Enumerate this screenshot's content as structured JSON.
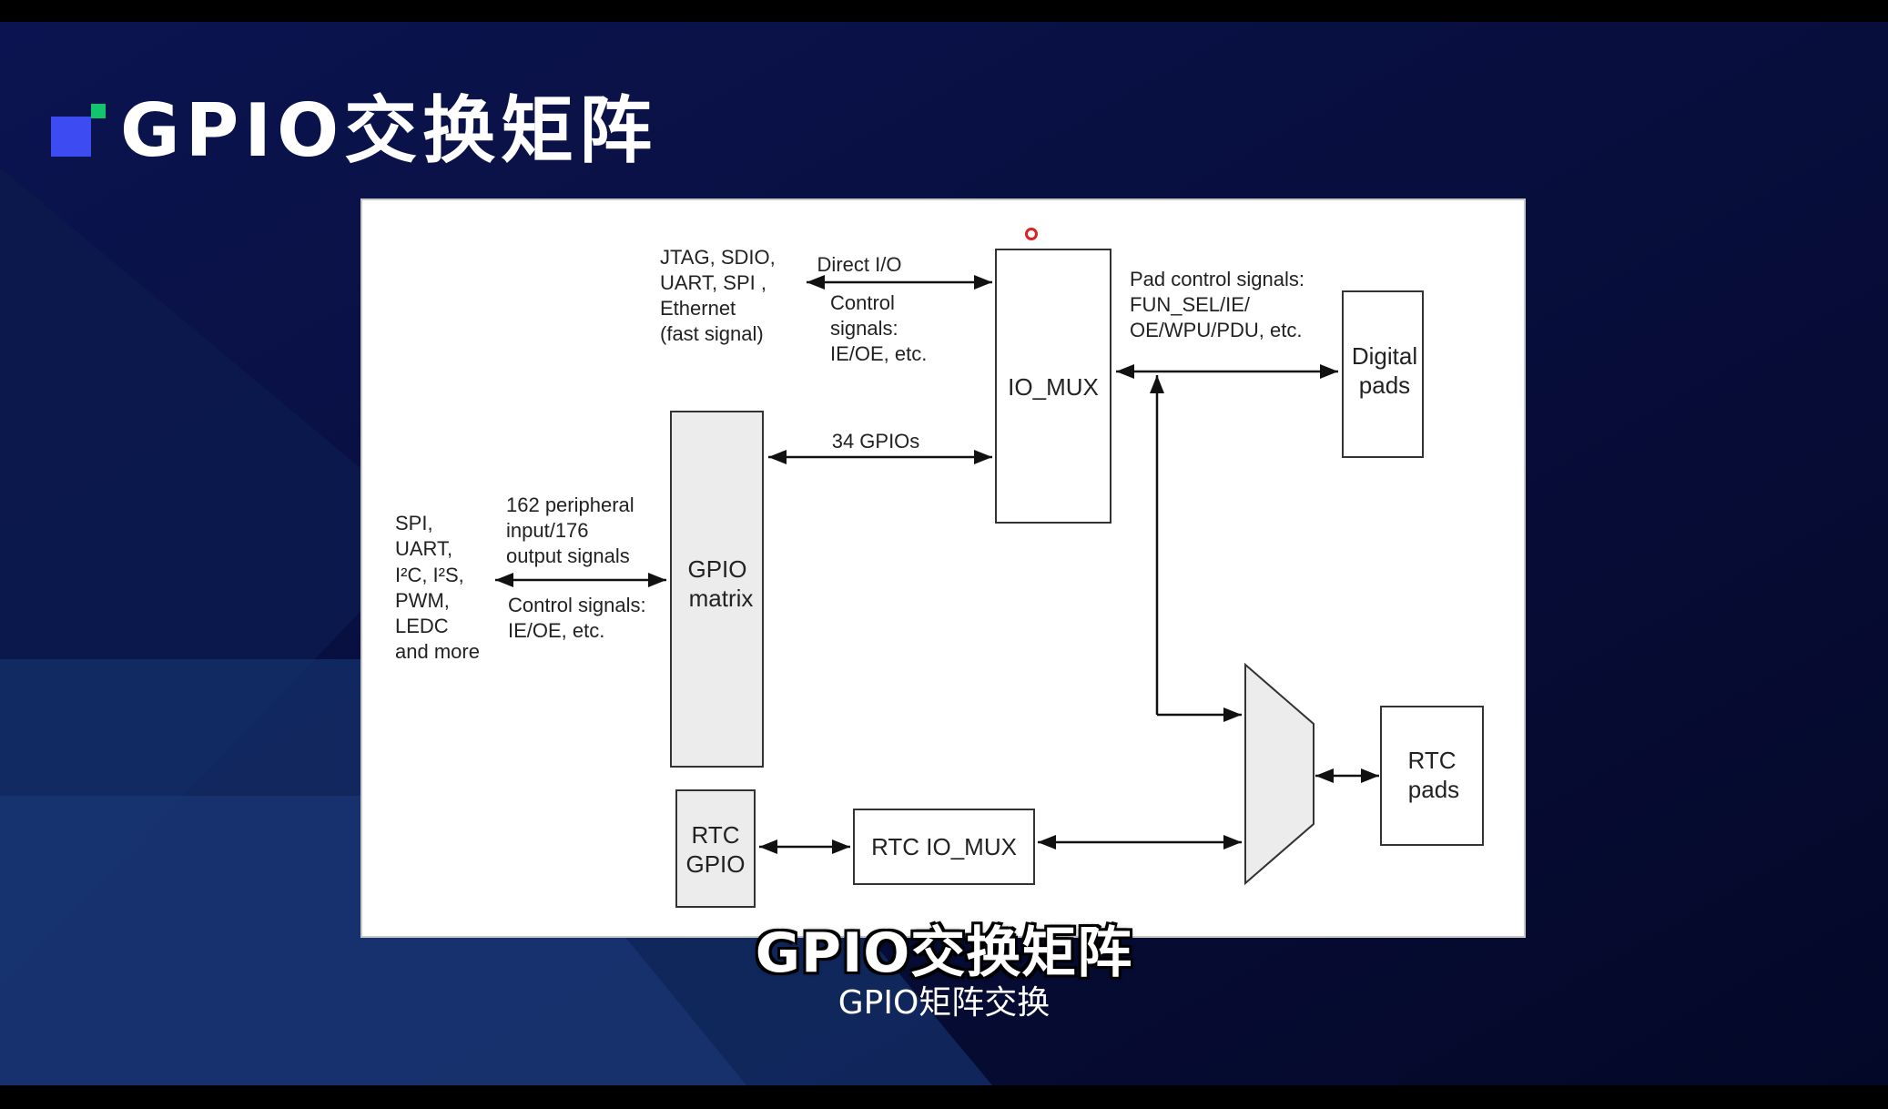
{
  "slide": {
    "title": "GPIO交换矩阵",
    "accent_blue": "#3d4cf2",
    "accent_green": "#12c46b"
  },
  "diagram": {
    "left_peripherals": [
      "SPI,",
      "UART,",
      "I²C, I²S,",
      "PWM,",
      "LEDC",
      "and more"
    ],
    "peripheral_signals": [
      "162 peripheral",
      "input/176",
      "output signals"
    ],
    "left_control": [
      "Control signals:",
      "IE/OE, etc."
    ],
    "fast_signals": [
      "JTAG, SDIO,",
      "UART, SPI ,",
      "Ethernet",
      "(fast signal)"
    ],
    "direct_io": "Direct I/O",
    "direct_control": [
      "Control",
      "signals:",
      "IE/OE, etc."
    ],
    "gpio_count": "34 GPIOs",
    "gpio_matrix": [
      "GPIO",
      "matrix"
    ],
    "io_mux": "IO_MUX",
    "pad_control": [
      "Pad control signals:",
      "FUN_SEL/IE/",
      "OE/WPU/PDU, etc."
    ],
    "digital_pads": [
      "Digital",
      "pads"
    ],
    "rtc_pads": [
      "RTC",
      "pads"
    ],
    "rtc_gpio": [
      "RTC",
      "GPIO"
    ],
    "rtc_io_mux": "RTC IO_MUX"
  },
  "subtitles": {
    "main": "GPIO交换矩阵",
    "secondary": "GPIO矩阵交换"
  }
}
